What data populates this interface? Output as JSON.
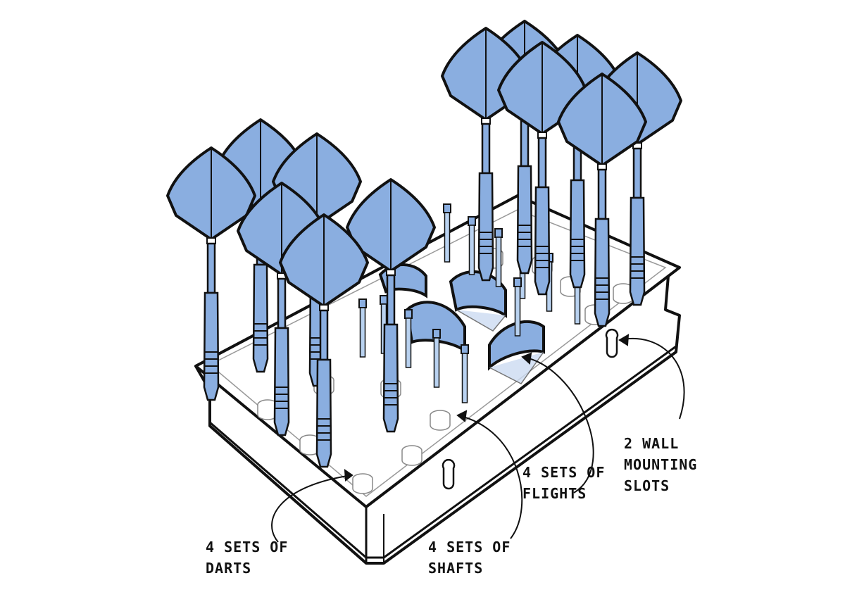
{
  "colors": {
    "dart_blue": "#8aaee0",
    "shaft_blue": "#b9d2f0",
    "outline": "#111111",
    "board_fill": "#ffffff"
  },
  "labels": {
    "darts": {
      "line1": "4 SETS OF",
      "line2": "DARTS"
    },
    "shafts": {
      "line1": "4 SETS OF",
      "line2": "SHAFTS"
    },
    "flights": {
      "line1": "4 SETS OF",
      "line2": "FLIGHTS"
    },
    "slots": {
      "line1": "2 WALL",
      "line2": "MOUNTING",
      "line3": "SLOTS"
    }
  }
}
